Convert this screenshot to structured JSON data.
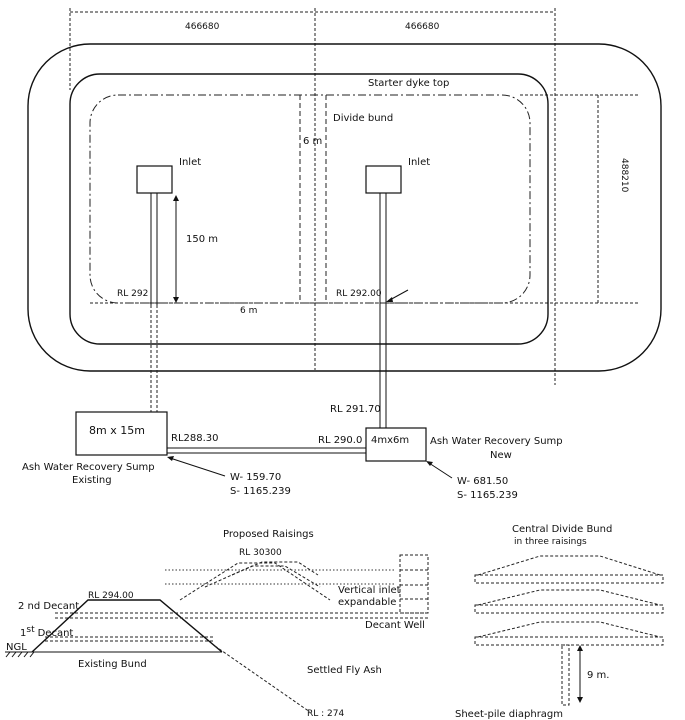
{
  "plan": {
    "dim_left": "466680",
    "dim_right": "466680",
    "dim_vertical": "488210",
    "starter_dyke_top": "Starter dyke top",
    "divide_bund": "Divide bund",
    "gap_6m_vertical": "6 m",
    "gap_6m_horizontal": "6 m",
    "inlet_left": "Inlet",
    "inlet_right": "Inlet",
    "dist_150m": "150 m",
    "rl_left": "RL 292",
    "rl_right": "RL 292.00",
    "rl_29170": "RL 291.70",
    "rl_28830": "RL288.30",
    "rl_2900": "RL 290.0"
  },
  "sumps": {
    "existing_size": "8m x 15m",
    "existing_name_1": "Ash Water Recovery Sump",
    "existing_name_2": "Existing",
    "existing_w": "W- 159.70",
    "existing_s": "S- 1165.239",
    "new_size": "4mx6m",
    "new_name_1": "Ash Water Recovery Sump",
    "new_name_2": "New",
    "new_w": "W- 681.50",
    "new_s": "S- 1165.239"
  },
  "section": {
    "proposed_raisings": "Proposed Raisings",
    "rl_30300": "RL 30300",
    "rl_29400": "RL 294.00",
    "second_decant": "2 nd Decant",
    "first_decant_sup": "1",
    "first_decant_suffix": "st",
    "first_decant_word": "Decant",
    "ngl": "NGL",
    "existing_bund": "Existing Bund",
    "vertical_inlet_1": "Vertical inlet",
    "vertical_inlet_2": "expandable",
    "decant_well": "Decant Well",
    "settled_fly_ash": "Settled Fly Ash",
    "rl_274": "RL : 274"
  },
  "divide_section": {
    "title_1": "Central Divide Bund",
    "title_2": "in three raisings",
    "depth": "9 m.",
    "sheet_pile": "Sheet-pile diaphragm"
  }
}
